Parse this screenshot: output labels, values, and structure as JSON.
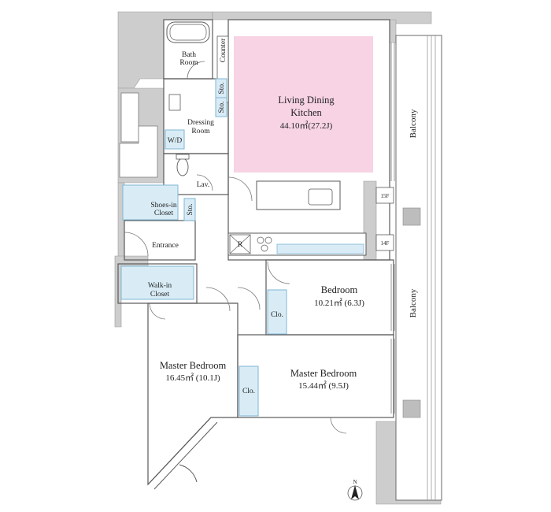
{
  "colors": {
    "wall": "#cdcdcd",
    "line": "#5a5a5a",
    "ldk_fill": "#f7d3e3",
    "storage_fill": "#d9ecf6",
    "storage_stroke": "#7fb6d4"
  },
  "rooms": {
    "bath": {
      "line1": "Bath",
      "line2": "Room"
    },
    "counter": "Counter",
    "sto1": "Sto.",
    "sto2": "Sto.",
    "dressing": {
      "line1": "Dressing",
      "line2": "Room"
    },
    "wd": "W/D",
    "lav": "Lav.",
    "shoes": {
      "line1": "Shoes-in",
      "line2": "Closet"
    },
    "sto3": "Sto.",
    "entrance": "Entrance",
    "walkin": {
      "line1": "Walk-in",
      "line2": "Closet"
    },
    "ldk": {
      "line1": "Living Dining",
      "line2": "Kitchen",
      "area": "44.10㎡(27.2J)"
    },
    "refrigerator": "R",
    "bedroom": {
      "name": "Bedroom",
      "area": "10.21㎡ (6.3J)"
    },
    "clo1": "Clo.",
    "master1": {
      "name": "Master Bedroom",
      "area": "16.45㎡ (10.1J)"
    },
    "master2": {
      "name": "Master Bedroom",
      "area": "15.44㎡ (9.5J)"
    },
    "clo2": "Clo.",
    "balcony_top": "Balcony",
    "balcony_bottom": "Balcony",
    "floor_15": "15F",
    "floor_14": "14F",
    "north": "N"
  }
}
